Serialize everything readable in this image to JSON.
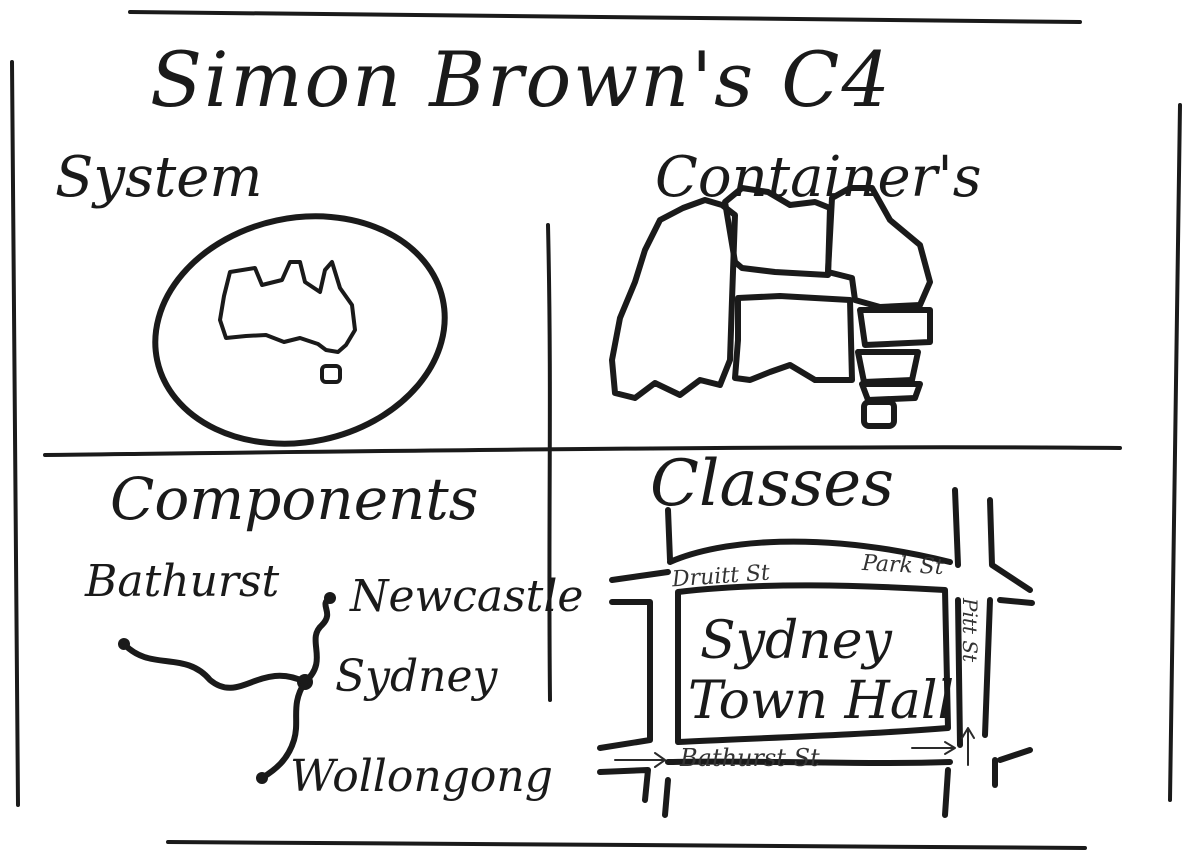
{
  "title": "Simon Brown's C4",
  "quadrants": {
    "system": "System",
    "containers": "Container's",
    "components": "Components",
    "classes": "Classes"
  },
  "cities": {
    "bathurst": "Bathurst",
    "newcastle": "Newcastle",
    "sydney": "Sydney",
    "wollongong": "Wollongong"
  },
  "streets": {
    "druitt": "Druitt St",
    "park": "Park St",
    "pitt": "Pitt St",
    "bathurst": "Bathurst St"
  },
  "landmark": {
    "line1": "Sydney",
    "line2": "Town Hall"
  }
}
